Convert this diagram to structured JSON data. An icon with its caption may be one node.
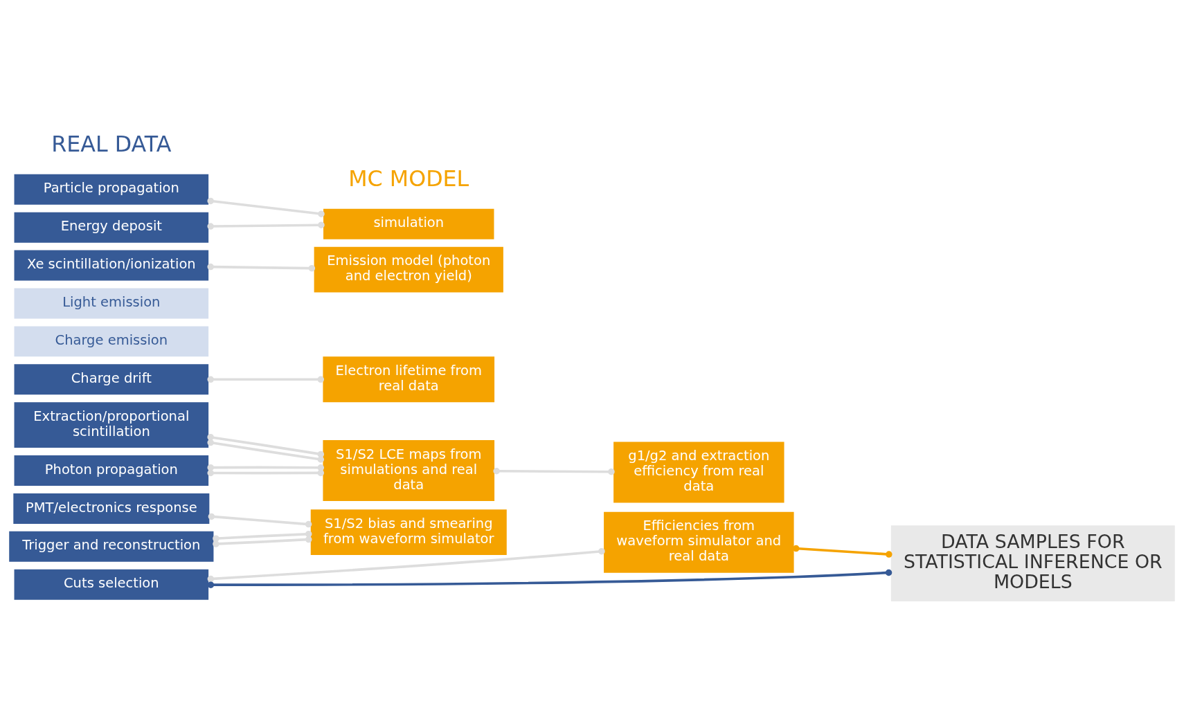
{
  "diagram": {
    "nodes": [
      {
        "text": [
          "Particle propagation"
        ]
      },
      {
        "text": [
          "Energy deposit"
        ]
      },
      {
        "text": [
          "Xe scintillation/ionization"
        ]
      },
      {
        "text": [
          "Light emission"
        ]
      },
      {
        "text": [
          "Charge emission"
        ]
      },
      {
        "text": [
          "Charge drift"
        ]
      },
      {
        "text": [
          "Extraction/proportional scintillation"
        ]
      },
      {
        "text": [
          "Photon propagation"
        ]
      },
      {
        "text": [
          "PMT/electronics response"
        ]
      },
      {
        "text": [
          "Trigger and reconstruction"
        ]
      },
      {
        "text": [
          "Cuts selection"
        ]
      },
      {
        "text": [
          "simulation"
        ]
      },
      {
        "text": [
          "Emission model (photon and electron yield)"
        ]
      },
      {
        "text": [
          "Electron lifetime from real data"
        ]
      },
      {
        "text": [
          "S1/S2 LCE maps from simulations and real data"
        ]
      },
      {
        "text": [
          "g1/g2 and extraction efficiency from real data"
        ]
      },
      {
        "text": [
          "S1/S2 bias and smearing from waveform simulator"
        ]
      },
      {
        "text": [
          "Efficiencies from waveform simulator and real data"
        ]
      },
      {
        "text": [
          "DATA SAMPLES FOR STATISTICAL INFERENCE OR MODELS"
        ]
      }
    ],
    "edges": [
      {
        "from": 0,
        "to": 11,
        "arrow": "other"
      },
      {
        "from": 1,
        "to": 11,
        "arrow": "other"
      },
      {
        "from": 2,
        "to": 12,
        "arrow": "other"
      },
      {
        "from": 5,
        "to": 13,
        "arrow": "other"
      },
      {
        "from": 6,
        "to": 14,
        "arrow": "other"
      },
      {
        "from": 6,
        "to": 14,
        "arrow": "other"
      },
      {
        "from": 7,
        "to": 14,
        "arrow": "other"
      },
      {
        "from": 7,
        "to": 14,
        "arrow": "other"
      },
      {
        "from": 14,
        "to": 15,
        "arrow": "other"
      },
      {
        "from": 8,
        "to": 16,
        "arrow": "other"
      },
      {
        "from": 9,
        "to": 16,
        "arrow": "other"
      },
      {
        "from": 9,
        "to": 16,
        "arrow": "other"
      },
      {
        "from": 10,
        "to": 17,
        "arrow": "other"
      },
      {
        "from": 10,
        "to": 18,
        "arrow": "other",
        "color": "#365a96"
      },
      {
        "from": 17,
        "to": 18,
        "arrow": "other",
        "color": "#f5a300"
      }
    ],
    "labels": [
      "REAL DATA",
      "MC MODEL"
    ]
  }
}
